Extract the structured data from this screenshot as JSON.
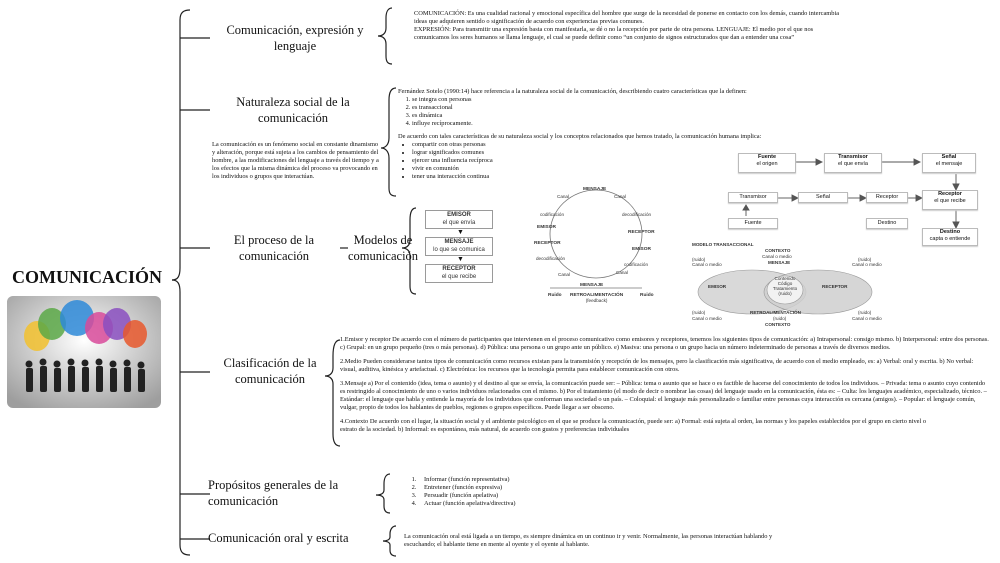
{
  "root": {
    "title": "COMUNICACIÓN"
  },
  "branches": {
    "b1": "Comunicación, expresión y lenguaje",
    "b2": "Naturaleza social de la comunicación",
    "b3": "El proceso de la comunicación",
    "b3_sub": "Modelos de comunicación",
    "b4": "Clasificación de la comunicación",
    "b5": "Propósitos generales de la comunicación",
    "b6": "Comunicación oral y escrita"
  },
  "b1_text": {
    "p1": "COMUNICACIÓN: Es una cualidad racional y emocional específica del hombre que surge de la necesidad de ponerse en  contacto con los demás, cuando intercambia ideas que adquieren sentido o significación de acuerdo con experiencias  previas comunes.",
    "p2": "EXPRESIÓN: Para transmitir una expresión basta con manifestarla, se dé o no la recepción por parte de otra persona.  LENGUAJE: El medio por el que nos comunicamos los seres humanos se llama lenguaje, el cual se puede definir como “un  conjunto de signos estructurados que dan a entender una cosa”"
  },
  "b2_left": "La comunicación es un fenómeno social en constante dinamismo y alteración, porque está  sujeta a los cambios de pensamiento del  hombre, a las modificaciones del lenguaje a  través del tiempo y a los efectos que la misma  dinámica del proceso va provocando en los  individuos o grupos que interactúan.",
  "b2_text": {
    "intro": "Fernández Sotelo (1990:14) hace referencia a la naturaleza social de la comunicación, describiendo cuatro características que la definen:",
    "list": [
      "se integra con personas",
      "es transaccional",
      "es dinámica",
      "influye recíprocamente."
    ],
    "intro2": "De acuerdo con tales características de su naturaleza social y los conceptos relacionados que hemos tratado, la comunicación humana implica:",
    "bullets": [
      "compartir con otras personas",
      "lograr significados comunes",
      "ejercer una influencia recíproca",
      "vivir en comunión",
      "tener una interacción continua"
    ]
  },
  "model_linear": [
    {
      "title": "EMISOR",
      "sub": "el que envía"
    },
    {
      "title": "MENSAJE",
      "sub": "lo que se comunica"
    },
    {
      "title": "RECEPTOR",
      "sub": "el que recibe"
    }
  ],
  "model_cycle": {
    "top": "MENSAJE",
    "right": "RECEPTOR",
    "left": "RECEPTOR",
    "emisor_right": "EMISOR",
    "emisor_left": "EMISOR",
    "decod_right": "decodificación",
    "decod_left": "decodificación",
    "cod_left": "codificación",
    "cod_right": "codificación",
    "canal": "Canal",
    "bottom": "MENSAJE",
    "ruido": "Ruido",
    "retro": "RETROALIMENTACIÓN",
    "retro_sub": "(feedback)"
  },
  "model_flow": {
    "fuente": {
      "title": "Fuente",
      "sub": "el origen"
    },
    "transmisor": {
      "title": "Transmisor",
      "sub": "el que envía"
    },
    "senal": {
      "title": "Señal",
      "sub": "el mensaje"
    },
    "receptor": {
      "title": "Receptor",
      "sub": "el que recibe"
    },
    "destino": {
      "title": "Destino",
      "sub": "capta o entiende"
    },
    "row": [
      "Transmisor",
      "Señal",
      "Receptor"
    ],
    "row2": [
      "Fuente",
      "Destino"
    ]
  },
  "model_trans": {
    "title": "MODELO TRANSACCIONAL",
    "contexto": "CONTEXTO",
    "canal": "Canal o medio",
    "ruido": "(ruido)",
    "mensaje": "MENSAJE",
    "center": [
      "Contenido",
      "Código",
      "Tratamiento",
      "(ruido)"
    ],
    "emisor": "EMISOR",
    "receptor": "RECEPTOR",
    "retro": "RETROALIMENTACIÓN"
  },
  "b4_text": {
    "p1": "1.Emisor y receptor De acuerdo con el número de participantes que intervienen en el proceso comunicativo como emisores y receptores, tenemos los siguientes tipos de comunicación: a)  Intrapersonal: consigo mismo. b) Interpersonal: entre dos personas. c) Grupal: en un grupo pequeño (tres o más personas). d) Pública: una persona o un grupo ante un público. e) Masiva:  una persona o un grupo hacia un número indeterminado de personas a través de diversos medios.",
    "p2": "2.Medio Pueden considerarse tantos tipos de comunicación como recursos existan para la transmisión y recepción de los mensajes, pero la clasificación más significativa, de acuerdo  con el medio empleado, es: a) Verbal: oral y escrita. b) No verbal: visual, auditiva, kinésica y artefactual. c) Electrónica: los recursos que la tecnología permita para establecer  comunicación con otros.",
    "p3": "3.Mensaje a) Por el contenido (idea, tema o asunto) y el destino al que se envía, la comunicación puede ser: – Pública: tema o asunto que se hace o es factible de hacerse del  conocimiento de todos los individuos. – Privada: tema o asunto cuyo contenido es restringido al conocimiento de uno o varios individuos relacionados con el mismo. b) Por el tratamiento  (el modo de decir o nombrar las cosas) del lenguaje usado en la comunicación, ésta es: – Culta: los lenguajes académico, especializado, técnico. – Estándar: el lenguaje que habla y  entiende la mayoría de los individuos que conforman una sociedad o un país. – Coloquial: el lenguaje más personalizado o familiar entre personas cuya interacción es cercana (amigos). –  Popular: el lenguaje común, vulgar, propio de todos los hablantes de pueblos, regiones o grupos específicos. Puede llegar a ser obsceno.",
    "p4": "4.Contexto De acuerdo con el lugar, la situación social y el ambiente psicológico en el que se produce la comunicación, puede ser: a) Formal: está sujeta al orden, las normas y los papeles establecidos por el grupo en cierto nivel o estrato de la sociedad. b) Informal: es espontánea, más natural, de acuerdo  con gustos y preferencias individuales"
  },
  "b5_list": [
    "Informar (función representativa)",
    "Entretener (función expresiva)",
    "Persuadir (función apelativa)",
    "Actuar (función apelativa/directiva)"
  ],
  "b6_text": "La comunicación oral está ligada a un tiempo, es siempre dinámica en un continuo ir y venir. Normalmente, las personas interactúan hablando y escuchando; el hablante tiene en mente al oyente y el oyente al hablante.",
  "colors": {
    "balloons": [
      "#f2c12e",
      "#5aa846",
      "#2e8ad8",
      "#d84a9a",
      "#8a4fc0",
      "#e8582d"
    ]
  }
}
